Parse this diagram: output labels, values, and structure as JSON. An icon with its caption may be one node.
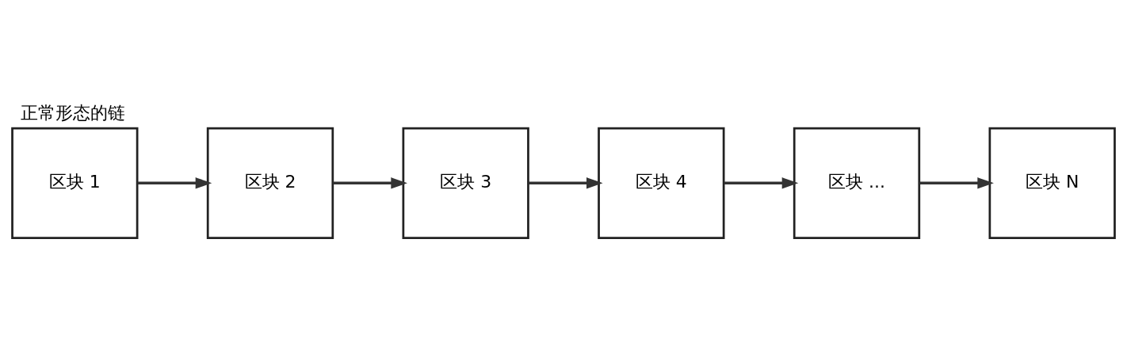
{
  "diagram": {
    "title": "正常形态的链",
    "nodes": [
      {
        "text": [
          "区块 1"
        ]
      },
      {
        "text": [
          "区块 2"
        ]
      },
      {
        "text": [
          "区块 3"
        ]
      },
      {
        "text": [
          "区块 4"
        ]
      },
      {
        "text": [
          "区块 ..."
        ]
      },
      {
        "text": [
          "区块 N"
        ]
      }
    ],
    "edges": [
      {
        "from": 0,
        "to": 1,
        "arrow": "to"
      },
      {
        "from": 1,
        "to": 2,
        "arrow": "to"
      },
      {
        "from": 2,
        "to": 3,
        "arrow": "to"
      },
      {
        "from": 3,
        "to": 4,
        "arrow": "to"
      },
      {
        "from": 4,
        "to": 5,
        "arrow": "to"
      }
    ]
  }
}
